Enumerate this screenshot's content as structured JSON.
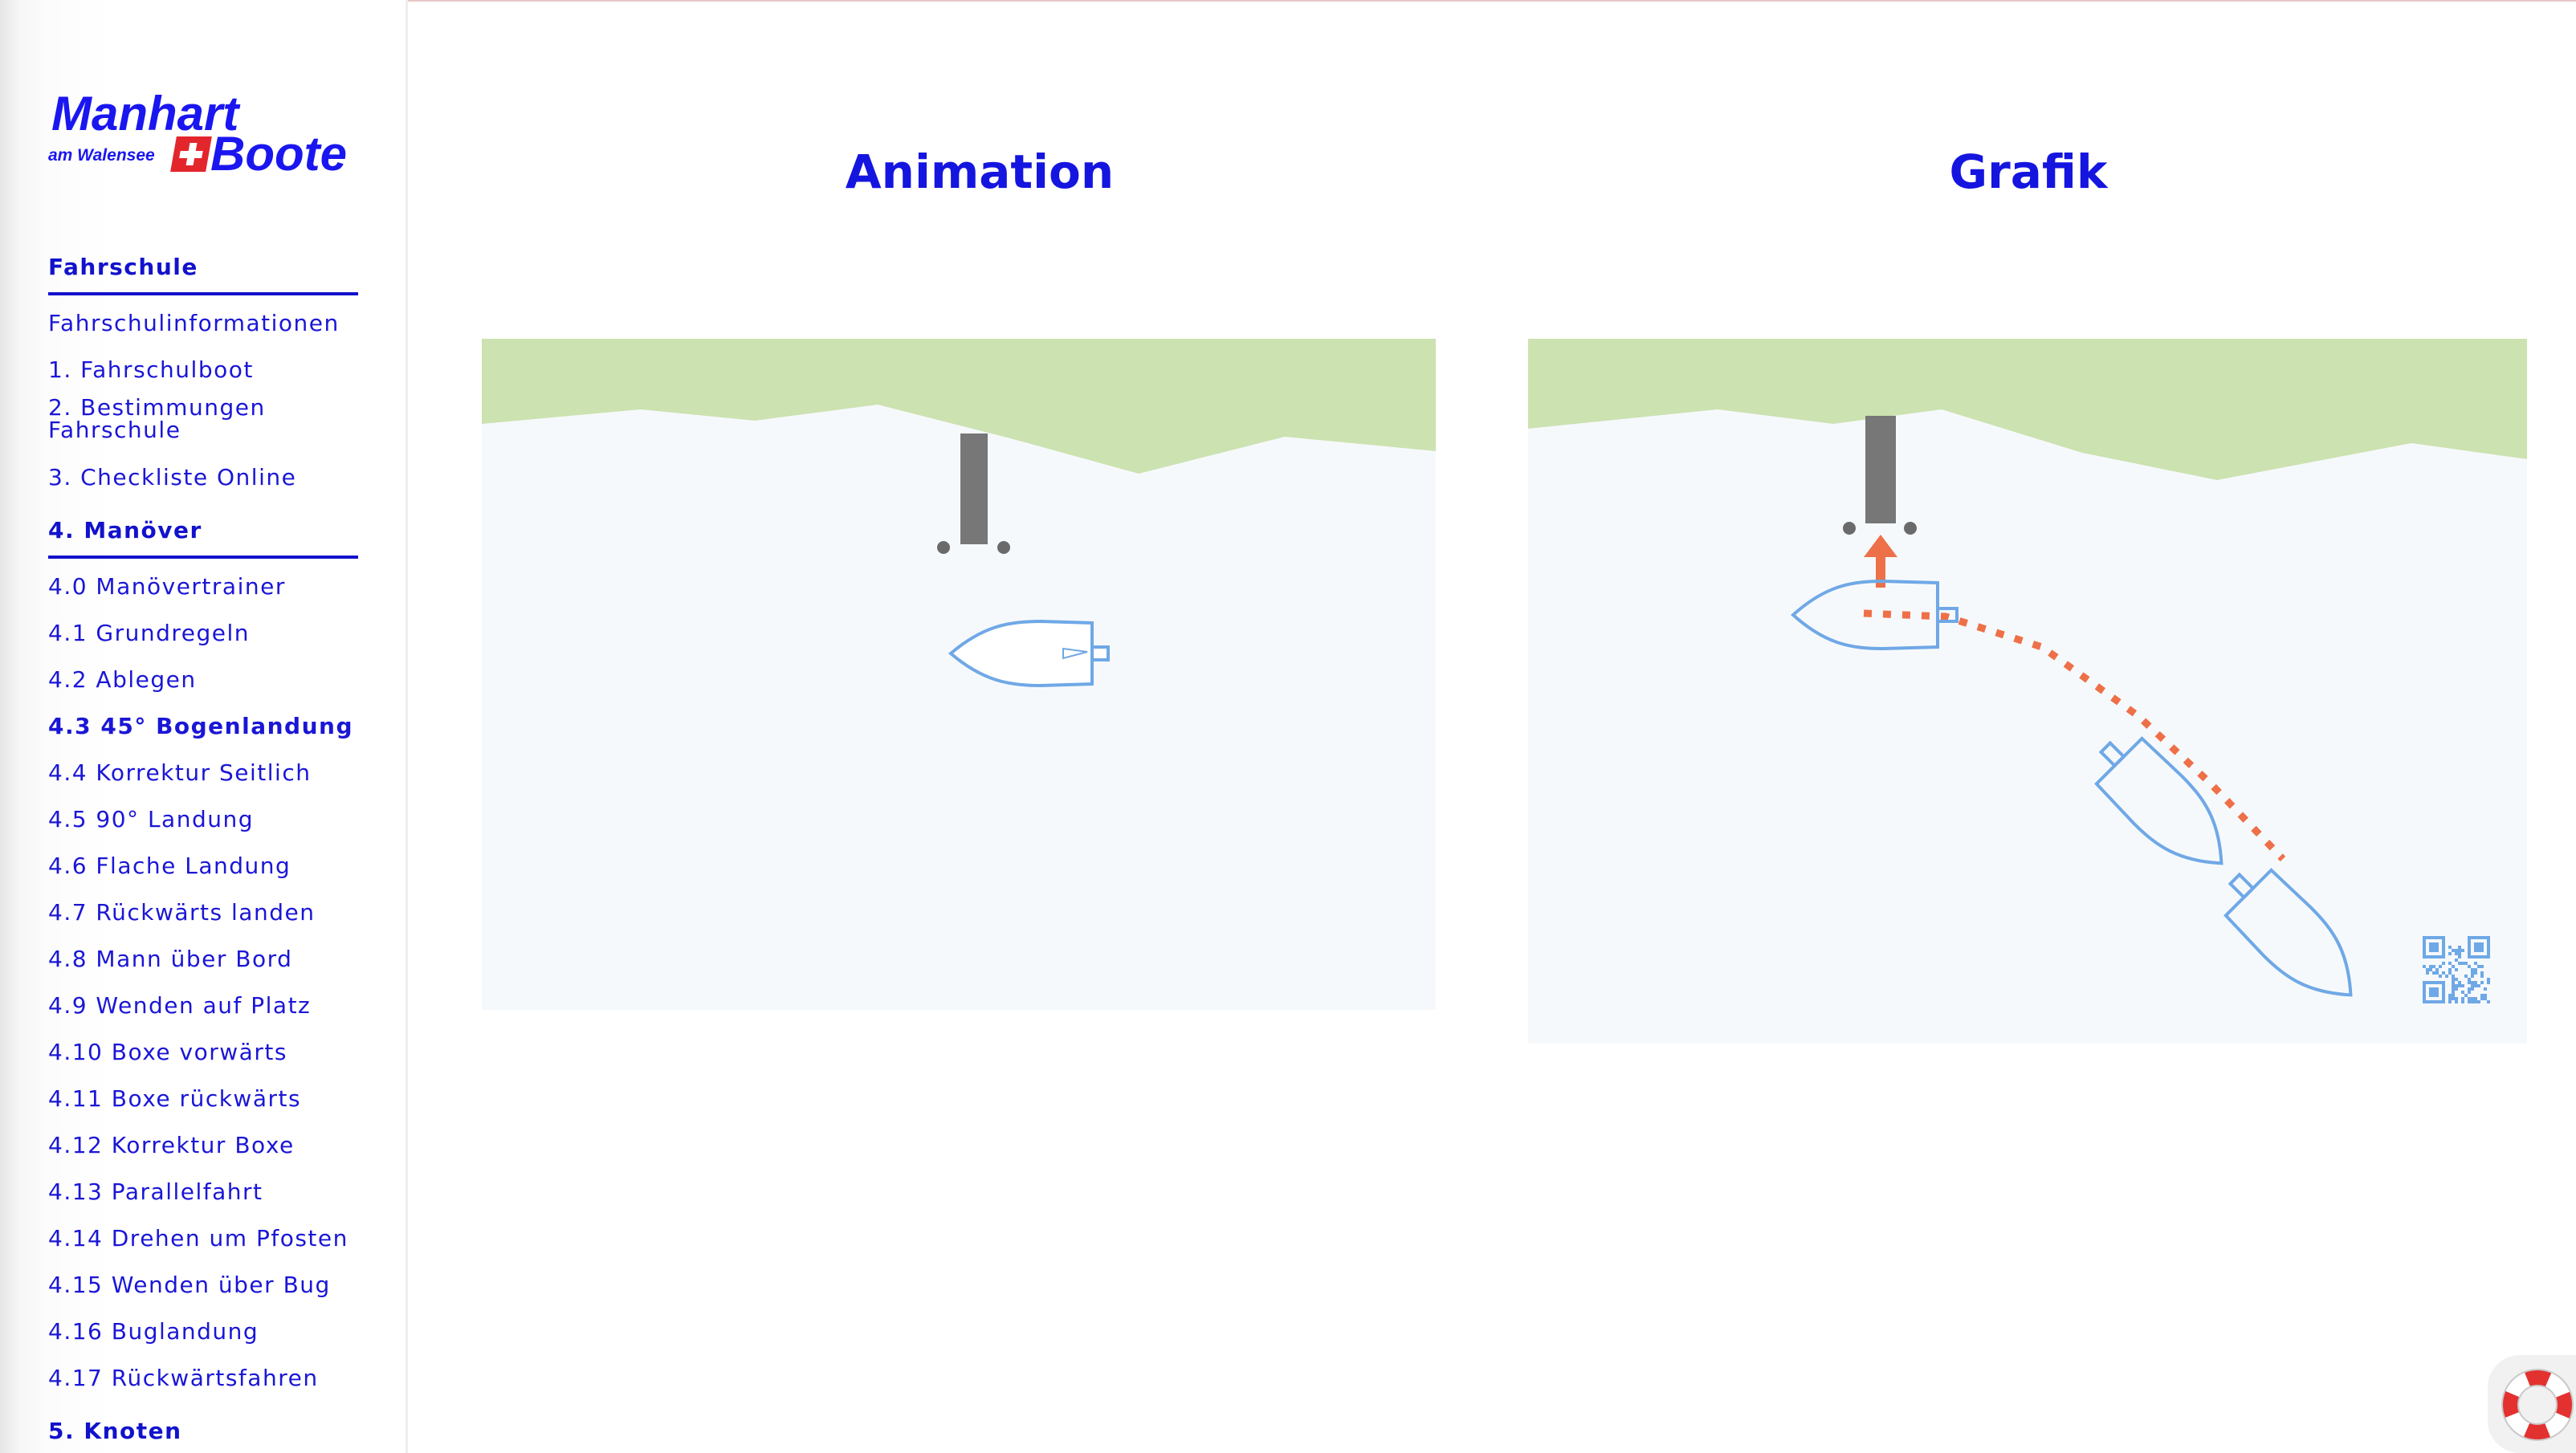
{
  "logo": {
    "line1": "Manhart",
    "line2_small": "am Walensee",
    "line2_large": "Boote",
    "colors": {
      "blue": "#1a16f0",
      "red": "#e3262c"
    }
  },
  "sidebar": {
    "items": [
      {
        "label": "Fahrschule",
        "type": "section"
      },
      {
        "label": "Fahrschulinformationen",
        "type": "link"
      },
      {
        "label": "1. Fahrschulboot",
        "type": "link"
      },
      {
        "label": "2. Bestimmungen\nFahrschule",
        "type": "link"
      },
      {
        "label": "3. Checkliste Online",
        "type": "link"
      },
      {
        "label": "4. Manöver",
        "type": "section"
      },
      {
        "label": "4.0 Manövertrainer",
        "type": "link"
      },
      {
        "label": "4.1 Grundregeln",
        "type": "link"
      },
      {
        "label": "4.2 Ablegen",
        "type": "link"
      },
      {
        "label": "4.3 45° Bogenlandung",
        "type": "link",
        "active": true
      },
      {
        "label": "4.4 Korrektur Seitlich",
        "type": "link"
      },
      {
        "label": "4.5 90° Landung",
        "type": "link"
      },
      {
        "label": "4.6 Flache Landung",
        "type": "link"
      },
      {
        "label": "4.7 Rückwärts landen",
        "type": "link"
      },
      {
        "label": "4.8 Mann über Bord",
        "type": "link"
      },
      {
        "label": "4.9 Wenden auf Platz",
        "type": "link"
      },
      {
        "label": "4.10 Boxe vorwärts",
        "type": "link"
      },
      {
        "label": "4.11 Boxe rückwärts",
        "type": "link"
      },
      {
        "label": "4.12 Korrektur Boxe",
        "type": "link"
      },
      {
        "label": "4.13 Parallelfahrt",
        "type": "link"
      },
      {
        "label": "4.14 Drehen um Pfosten",
        "type": "link"
      },
      {
        "label": "4.15 Wenden über Bug",
        "type": "link"
      },
      {
        "label": "4.16 Buglandung",
        "type": "link"
      },
      {
        "label": "4.17 Rückwärtsfahren",
        "type": "link"
      },
      {
        "label": "5. Knoten",
        "type": "section"
      }
    ]
  },
  "main": {
    "animation_title": "Animation",
    "graphic_title": "Grafik"
  },
  "colors": {
    "link": "#1a16d6",
    "heading": "#1515e0",
    "shore": "#cce2b0",
    "water": "#f6f9fc",
    "pier": "#777777",
    "boat_outline": "#6fa8e6",
    "path": "#ee7048"
  },
  "icons": {
    "help": "lifebuoy-icon",
    "qr": "qr-code-icon"
  }
}
